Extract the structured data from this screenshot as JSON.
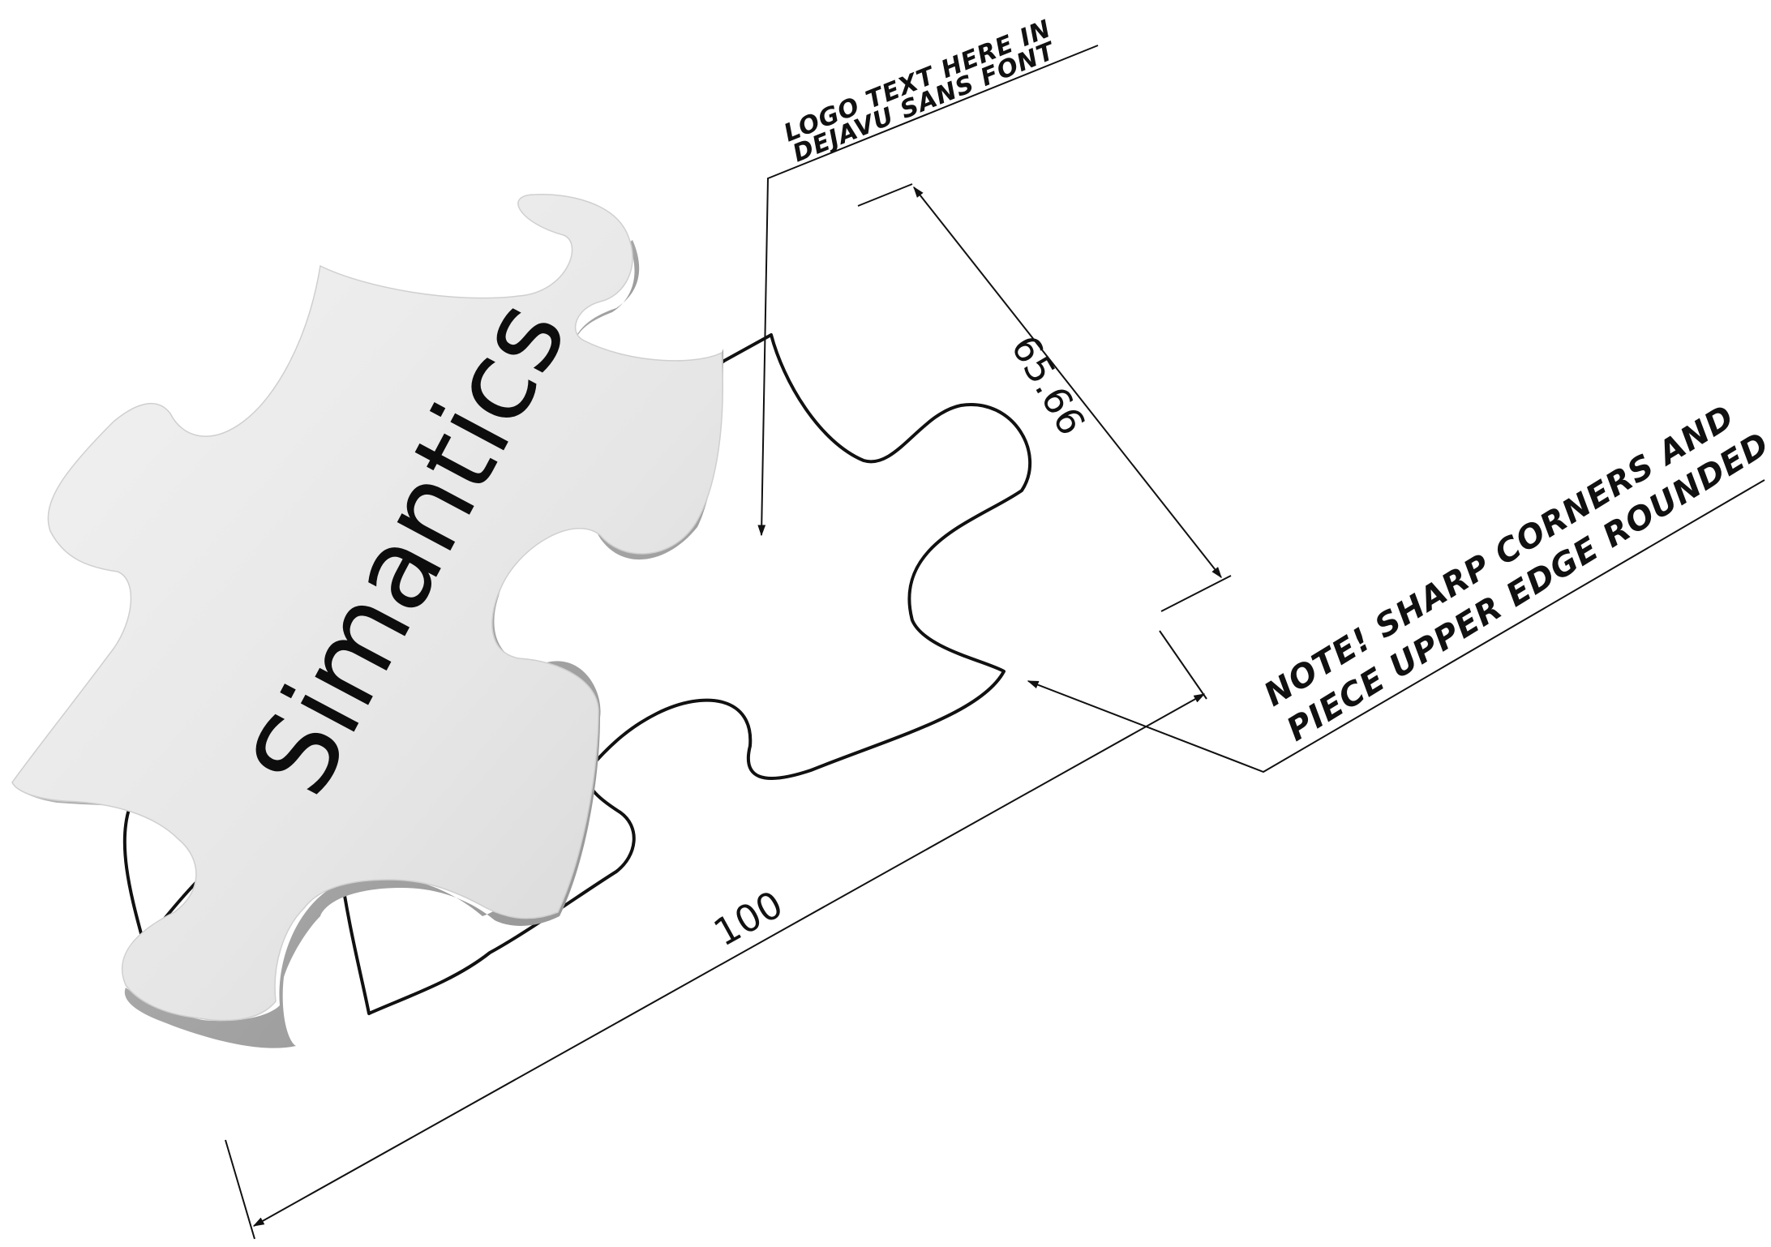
{
  "diagram": {
    "logo": {
      "text": "Simantics"
    },
    "notes": {
      "font_note": [
        "LOGO TEXT HERE IN",
        "DEJAVU SANS FONT"
      ],
      "corners_note": [
        "NOTE! SHARP CORNERS AND",
        "PIECE UPPER EDGE ROUNDED"
      ]
    },
    "dimensions": {
      "width": "100",
      "height": "65.66"
    }
  }
}
